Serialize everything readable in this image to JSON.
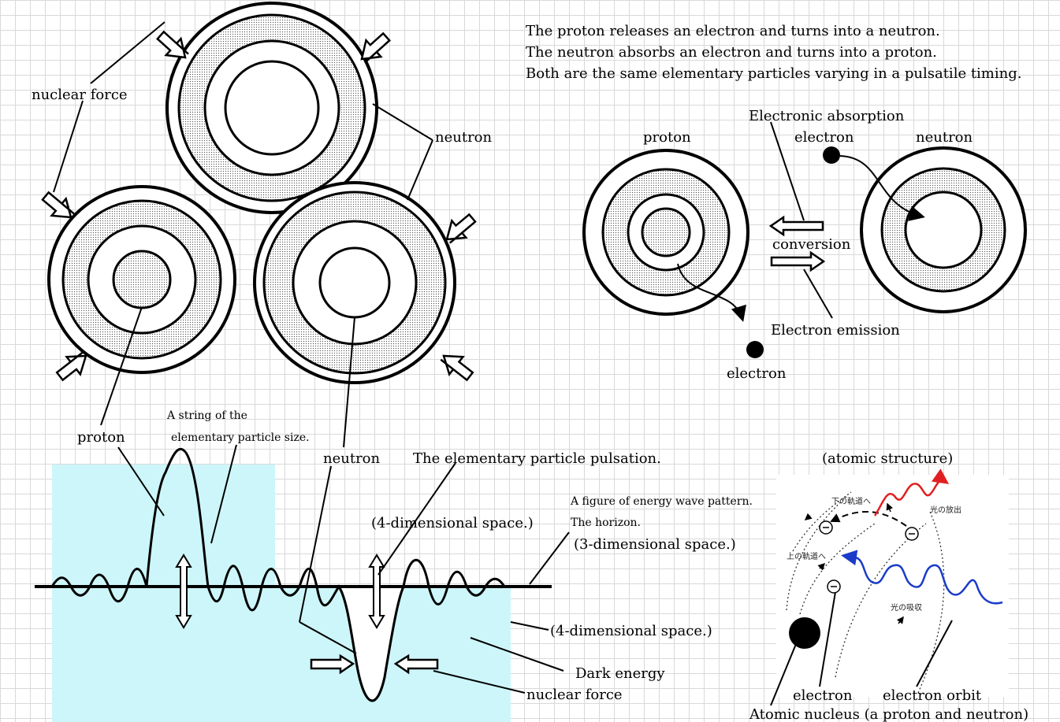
{
  "intro": {
    "line1": "The proton releases an electron and turns into a neutron.",
    "line2": "The neutron absorbs an electron and turns into a proton.",
    "line3": "Both are the same elementary particles varying in a pulsatile timing."
  },
  "nucleus": {
    "nuclear_force": "nuclear force",
    "neutron": "neutron",
    "proton": "proton"
  },
  "conversion": {
    "electronic_absorption": "Electronic absorption",
    "proton": "proton",
    "electron_top": "electron",
    "neutron": "neutron",
    "conversion": "conversion",
    "electron_emission": "Electron emission",
    "electron_bottom": "electron"
  },
  "wave": {
    "string_line1": "A string of the",
    "string_line2": "elementary particle size.",
    "proton": "proton",
    "neutron": "neutron",
    "pulsation": "The elementary particle pulsation.",
    "figure_line": "A figure of energy wave pattern.",
    "horizon": "The horizon.",
    "space4_upper": "(4-dimensional space.)",
    "space3": "(3-dimensional space.)",
    "space4_lower": "(4-dimensional space.)",
    "dark_energy": "Dark energy",
    "nuclear_force": "nuclear force"
  },
  "atomic": {
    "title": "(atomic structure)",
    "jp_lower_orbit": "下の軌道へ",
    "jp_emission": "光の放出",
    "jp_upper_orbit": "上の軌道へ",
    "jp_absorption": "光の吸収",
    "electron": "electron",
    "electron_orbit": "electron orbit",
    "atomic_nucleus": "Atomic nucleus (a proton and neutron)"
  },
  "colors": {
    "water": "#cdf6fa",
    "emission_wave": "#e02020",
    "absorption_wave": "#1a3cc8",
    "dots": "#555555"
  }
}
